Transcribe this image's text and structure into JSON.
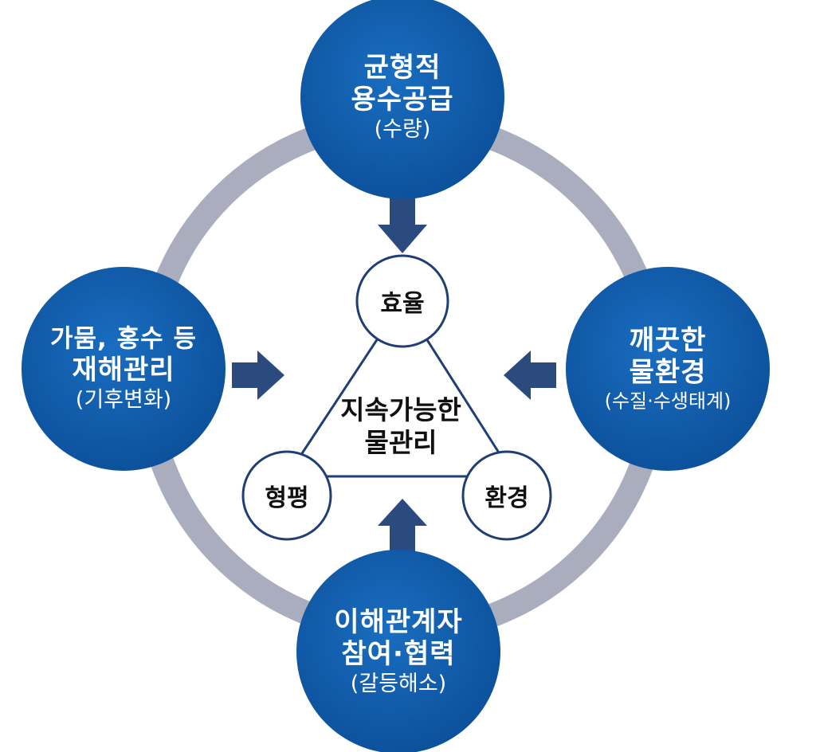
{
  "nodes": {
    "top": {
      "line1": "균형적",
      "line2": "용수공급",
      "sub": "(수량)"
    },
    "right": {
      "line1": "깨끗한",
      "line2": "물환경",
      "sub": "(수질·수생태계)"
    },
    "bottom": {
      "line1": "이해관계자",
      "line2": "참여·협력",
      "sub": "(갈등해소)"
    },
    "left": {
      "line1": "가뭄, 홍수 등",
      "line2": "재해관리",
      "sub": "(기후변화)"
    }
  },
  "triangle": {
    "top": "효율",
    "bottom_left": "형평",
    "bottom_right": "환경",
    "center_line1": "지속가능한",
    "center_line2": "물관리"
  },
  "colors": {
    "node_fill": "#0d5fb0",
    "node_fill_light": "#2a7ccc",
    "ring": "#a9adbd",
    "arrow": "#2b4a7e",
    "triangle_line": "#1f3f74"
  }
}
